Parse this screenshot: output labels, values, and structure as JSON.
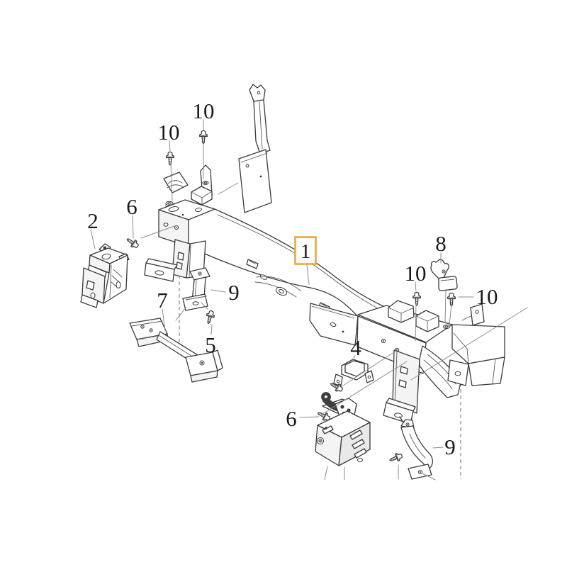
{
  "diagram": {
    "kind": "exploded-parts-diagram",
    "subject": "Suspension crossmember with mounting brackets, supports and fastener screws",
    "selected_part": "1",
    "colors": {
      "part_line": "#3a3a3a",
      "detail_line": "#575757",
      "leader_line": "#8c8c8c",
      "hidden_line": "#707070",
      "highlight": "#efa63c",
      "label_text": "#1a1a1a",
      "background": "#ffffff",
      "shade_light": "#f4f4f4",
      "shade_mid": "#e9e9e9",
      "dark_fill": "#3f3f3f"
    },
    "callouts": [
      {
        "id": "1",
        "label": "1",
        "highlighted": true,
        "part": "crossmember"
      },
      {
        "id": "2",
        "label": "2",
        "highlighted": false,
        "part": "side-bracket-left"
      },
      {
        "id": "4",
        "label": "4",
        "highlighted": false,
        "part": "u-bracket"
      },
      {
        "id": "5",
        "label": "5",
        "highlighted": false,
        "part": "screw"
      },
      {
        "id": "6a",
        "label": "6",
        "highlighted": false,
        "part": "screw"
      },
      {
        "id": "6b",
        "label": "6",
        "highlighted": false,
        "part": "screw"
      },
      {
        "id": "7",
        "label": "7",
        "highlighted": false,
        "part": "support-bracket"
      },
      {
        "id": "8",
        "label": "8",
        "highlighted": false,
        "part": "hook-bracket"
      },
      {
        "id": "9a",
        "label": "9",
        "highlighted": false,
        "part": "strap-bracket-left"
      },
      {
        "id": "9b",
        "label": "9",
        "highlighted": false,
        "part": "strap-bracket-right"
      },
      {
        "id": "10a",
        "label": "10",
        "highlighted": false,
        "part": "screw"
      },
      {
        "id": "10b",
        "label": "10",
        "highlighted": false,
        "part": "screw"
      },
      {
        "id": "10c",
        "label": "10",
        "highlighted": false,
        "part": "screw"
      },
      {
        "id": "10d",
        "label": "10",
        "highlighted": false,
        "part": "screw"
      }
    ]
  }
}
